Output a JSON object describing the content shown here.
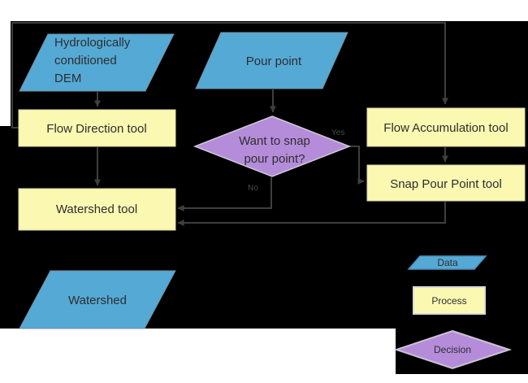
{
  "colors": {
    "background": "#000000",
    "page": "#ffffff",
    "data_fill": "#55a9d5",
    "process_fill": "#fbf8b2",
    "decision_fill": "#b58cda",
    "connector": "#3f3f3f"
  },
  "nodes": {
    "dem": {
      "label": "Hydrologically conditioned DEM",
      "line1": "Hydrologically",
      "line2": "conditioned",
      "line3": "DEM"
    },
    "pour_point": {
      "label": "Pour point"
    },
    "flow_direction": {
      "label": "Flow Direction tool"
    },
    "flow_accumulation": {
      "label": "Flow Accumulation tool"
    },
    "snap_pour_point": {
      "label": "Snap Pour Point tool"
    },
    "decision": {
      "label": "Want to snap pour point?",
      "line1": "Want to snap",
      "line2": "pour point?"
    },
    "watershed_tool": {
      "label": "Watershed tool"
    },
    "watershed_output": {
      "label": "Watershed"
    }
  },
  "edges": {
    "yes_label": "Yes",
    "no_label": "No"
  },
  "legend": {
    "data_label": "Data",
    "process_label": "Process",
    "decision_label": "Decision"
  }
}
